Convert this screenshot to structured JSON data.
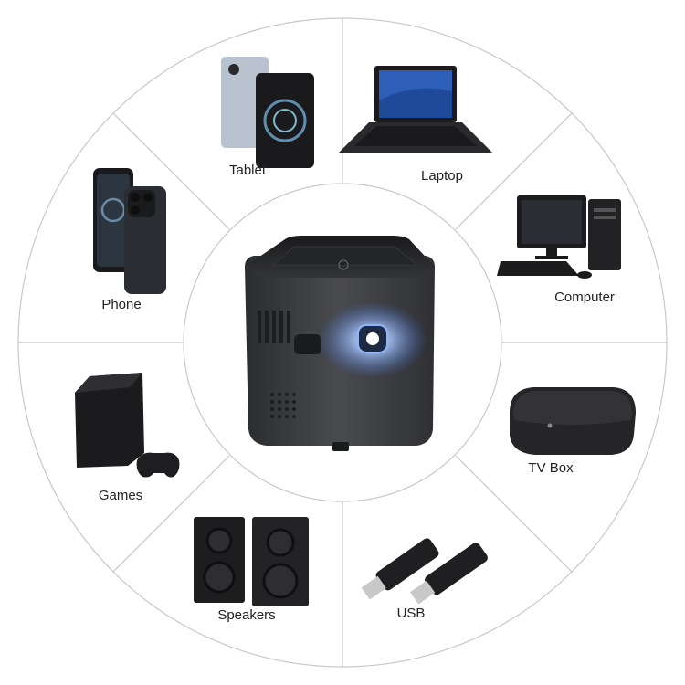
{
  "colors": {
    "ring_line": "#c8c8c8",
    "label_text": "#222222",
    "device_dark": "#2a2a2a",
    "device_body": "#3a3b3e",
    "lens_glow": "#a9c8ff"
  },
  "center": {
    "device": "mini-projector",
    "device_icon": "projector-cube-icon"
  },
  "segments": [
    {
      "label": "Laptop",
      "icon": "laptop-icon"
    },
    {
      "label": "Computer",
      "icon": "desktop-computer-icon"
    },
    {
      "label": "TV Box",
      "icon": "tv-box-icon"
    },
    {
      "label": "USB",
      "icon": "usb-drive-icon"
    },
    {
      "label": "Speakers",
      "icon": "speakers-icon"
    },
    {
      "label": "Games",
      "icon": "game-console-icon"
    },
    {
      "label": "Phone",
      "icon": "phone-icon"
    },
    {
      "label": "Tablet",
      "icon": "tablet-icon"
    }
  ]
}
